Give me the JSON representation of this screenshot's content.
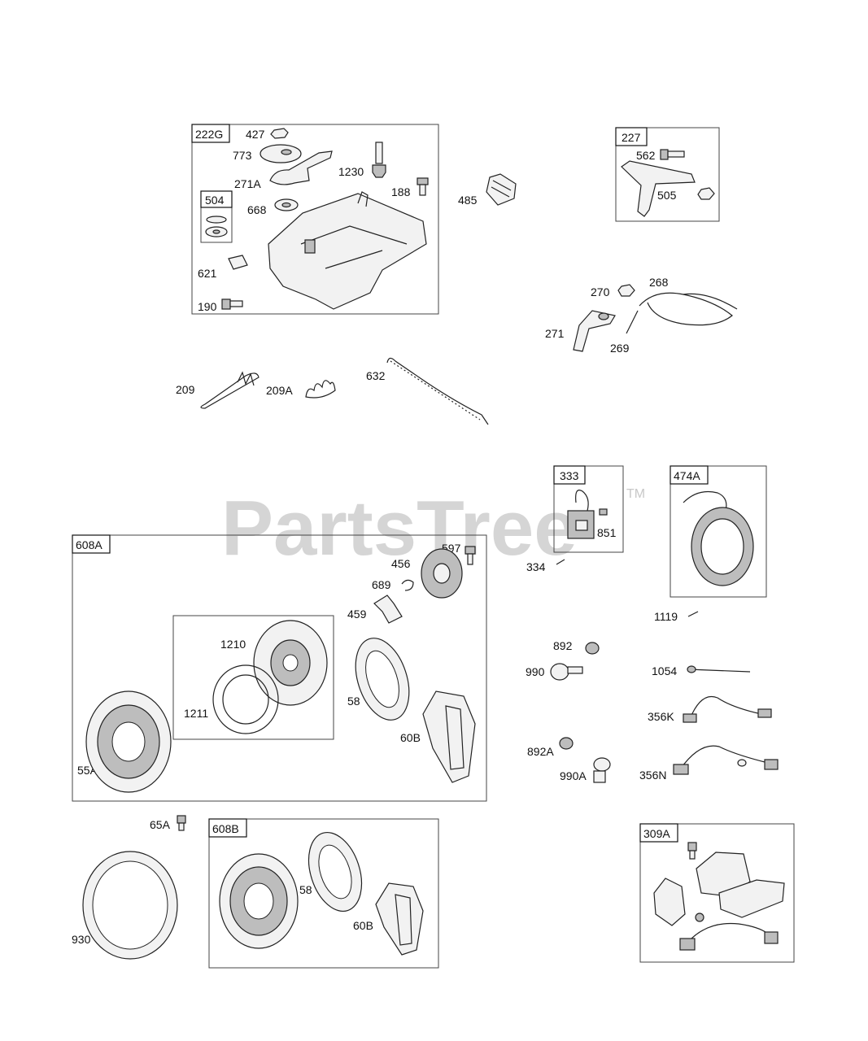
{
  "watermark": {
    "text": "PartsTree",
    "trademark": "TM"
  },
  "group_tags": {
    "g222G": "222G",
    "g504": "504",
    "g227": "227",
    "g333": "333",
    "g474A": "474A",
    "g608A": "608A",
    "g608B": "608B",
    "g309A": "309A"
  },
  "labels": {
    "p427": "427",
    "p773": "773",
    "p271A": "271A",
    "p1230": "1230",
    "p188": "188",
    "p668": "668",
    "p621": "621",
    "p190": "190",
    "p485": "485",
    "p562": "562",
    "p505": "505",
    "p270": "270",
    "p268": "268",
    "p271": "271",
    "p269": "269",
    "p209": "209",
    "p209A": "209A",
    "p632": "632",
    "p851": "851",
    "p334": "334",
    "p1119": "1119",
    "p597": "597",
    "p456": "456",
    "p689": "689",
    "p459": "459",
    "p1210": "1210",
    "p1211": "1211",
    "p58a": "58",
    "p60Ba": "60B",
    "p55A": "55A",
    "p892": "892",
    "p990": "990",
    "p1054": "1054",
    "p356K": "356K",
    "p892A": "892A",
    "p990A": "990A",
    "p356N": "356N",
    "p65A": "65A",
    "p930": "930",
    "p58b": "58",
    "p60Bb": "60B"
  }
}
